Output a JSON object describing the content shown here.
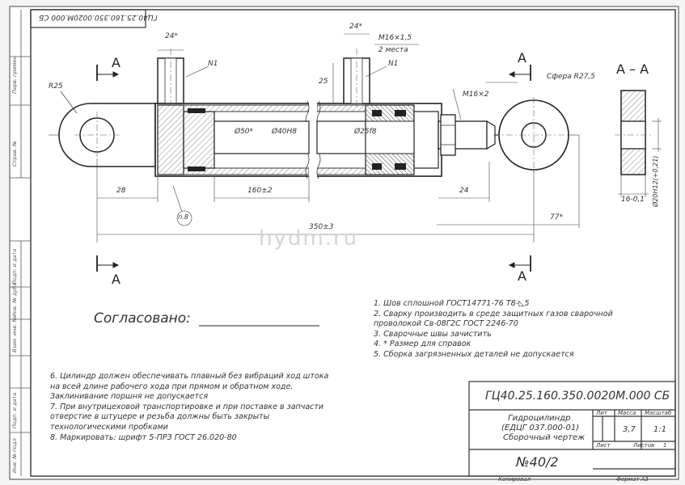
{
  "header": {
    "doc_number_rotated": "ГЦ40.25.160.350.0020М.000 СБ"
  },
  "left_margin_labels": [
    "Перв. примен",
    "Справ. №",
    "Подп. и дата",
    "Инв. № дубл",
    "Взам. инв. №",
    "Подп. и дата",
    "Инв. № подл"
  ],
  "watermark": "hydm.ru",
  "dimensions": {
    "d1": "24*",
    "d2": "24*",
    "d3": "M16×1,5",
    "d4": "2 места",
    "d5": "N1",
    "d6": "N1",
    "d7": "R25",
    "d8": "25",
    "d9": "Сфера R27,5",
    "d10": "M16×2",
    "d11": "Ø50*",
    "d12": "Ø40H8",
    "d13": "Ø25f8",
    "d14": "28",
    "d15": "160±2",
    "d16": "24",
    "d17": "350±3",
    "d18": "77*",
    "d19": "п.8",
    "d20": "16-0,1",
    "d21": "Ø20H12(+0,21)"
  },
  "section_labels": {
    "a1": "A",
    "a2": "A",
    "a3": "A",
    "a4": "A",
    "aa": "A – A"
  },
  "approval": {
    "label": "Согласовано:"
  },
  "notes_right": [
    "1. Шов сплошной  ГОСТ14771-76  Т8-◺5",
    "2. Сварку  производить  в  среде  защитных  газов  сварочной",
    "проволокой Св-08Г2С ГОСТ 2246-70",
    "3. Сварочные швы зачистить",
    "4.  * Размер для справок",
    "5. Сборка загрязненных деталей не допускается"
  ],
  "notes_left": [
    "6. Цилиндр должен обеспечивать плавный без вибраций ход штока",
    "на всей длине рабочего хода при прямом и обратном ходе.",
    "Заклинивание поршня не допускается",
    "7. При внутрицеховой транспортировке и при поставке в запчасти",
    "отверстие  в  штуцере  и  резьба  должны  быть  закрыты",
    "технологическими пробками",
    "8. Маркировать: шрифт 5-ПРЗ ГОСТ 26.020-80"
  ],
  "title_block": {
    "designation": "ГЦ40.25.160.350.0020М.000 СБ",
    "name_line1": "Гидроцилиндр",
    "name_line2": "(ЕДЦГ 037.000-01)",
    "name_line3": "Сборочный чертеж",
    "col_lit": "Лит",
    "col_mass": "Масса",
    "col_scale": "Масштаб",
    "mass": "3,7",
    "scale": "1:1",
    "sheet_label": "Лист",
    "sheets_label": "Листов",
    "sheets_value": "1",
    "number": "№40/2",
    "copied": "Копировал",
    "format": "Формат  А3"
  }
}
